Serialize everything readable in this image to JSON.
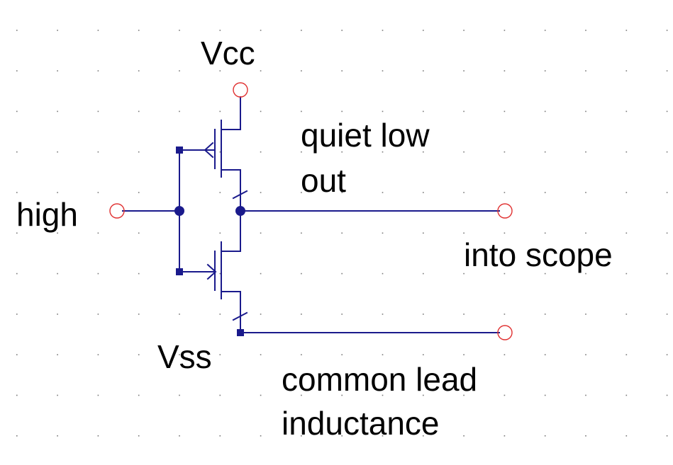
{
  "labels": {
    "vcc": "Vcc",
    "vss": "Vss",
    "high": "high",
    "quiet_low_out_line1": "quiet low",
    "quiet_low_out_line2": "out",
    "into_scope": "into scope",
    "common_lead_line1": "common lead",
    "common_lead_line2": "inductance"
  },
  "colors": {
    "wire": "#1a1a8c",
    "terminal": "#e03030",
    "grid": "#7a7a7a",
    "text": "#000000",
    "background": "#ffffff"
  },
  "components": [
    {
      "type": "pmos",
      "name": "pmos-transistor"
    },
    {
      "type": "nmos",
      "name": "nmos-transistor"
    }
  ]
}
